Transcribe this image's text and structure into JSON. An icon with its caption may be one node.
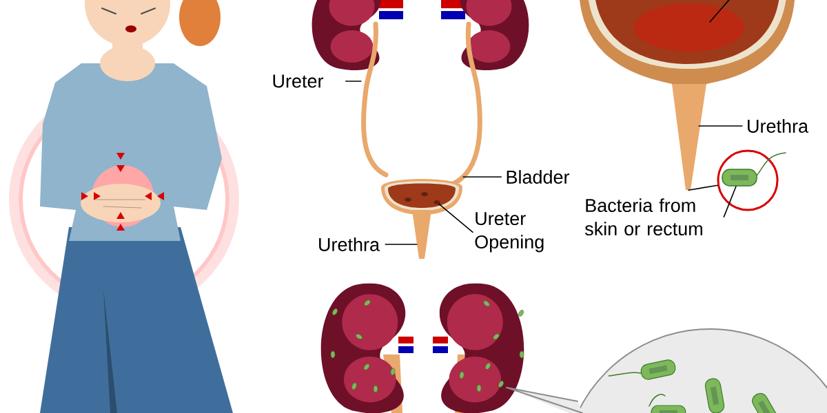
{
  "diagram": {
    "nodes": [
      {
        "text": [
          "Ureter"
        ]
      },
      {
        "text": [],
        "shape": "picture"
      },
      {
        "text": [
          "Urethra"
        ]
      },
      {
        "text": [],
        "shape": "picture"
      },
      {
        "text": [
          "Bladder"
        ]
      },
      {
        "text": [],
        "shape": "picture"
      },
      {
        "text": [
          "Bacteria from skin or rectum"
        ]
      },
      {
        "text": [],
        "shape": "circle"
      },
      {
        "text": [],
        "shape": "picture",
        "in": 7
      },
      {
        "text": [
          "Ureter Opening"
        ]
      },
      {
        "text": [],
        "shape": "circle",
        "in": 5
      },
      {
        "text": [
          "Urethra"
        ]
      },
      {
        "text": [],
        "shape": "picture"
      }
    ],
    "edges": [
      {
        "from": 0,
        "to": 1,
        "arrow": "none"
      },
      {
        "from": 2,
        "to": 3,
        "arrow": "none"
      },
      {
        "from": 4,
        "to": 5,
        "arrow": "none"
      },
      {
        "from": 6,
        "to": 8,
        "arrow": "none"
      },
      {
        "from": 7,
        "to": 3,
        "arrow": "none"
      },
      {
        "from": 9,
        "to": 10,
        "arrow": "none"
      },
      {
        "from": 11,
        "to": 12,
        "arrow": "none"
      }
    ]
  }
}
